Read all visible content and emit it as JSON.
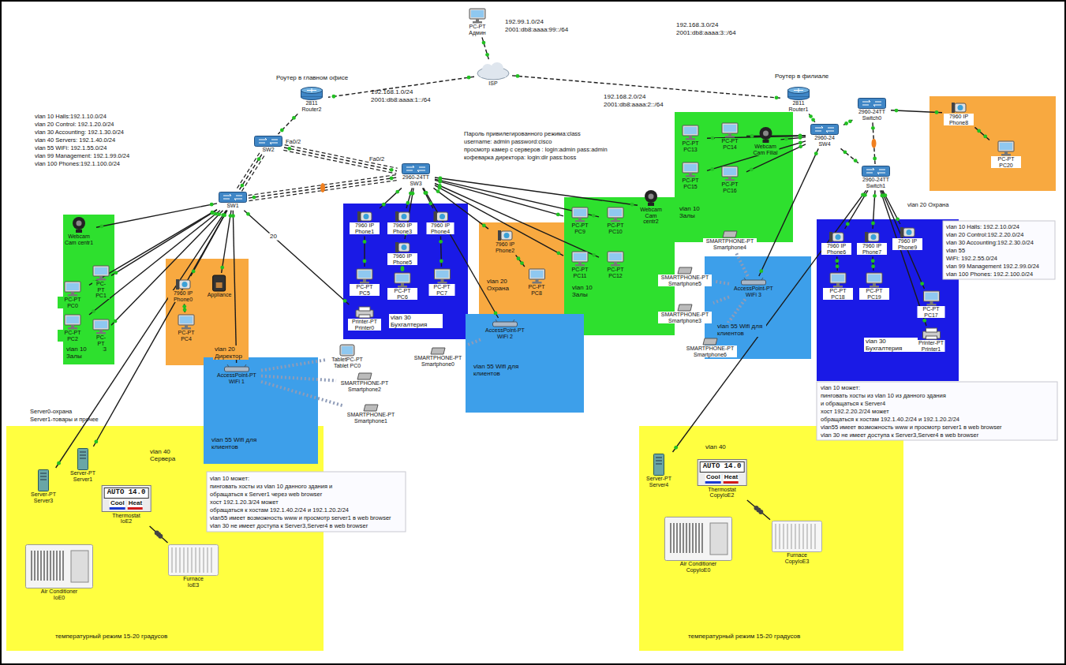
{
  "diagram": {
    "nodes": [
      {
        "text": [
          "PC-PT Админ"
        ]
      },
      {
        "text": [
          "ISP"
        ]
      },
      {
        "text": [
          "2811 Router2"
        ]
      },
      {
        "text": [
          "2811 Router1"
        ]
      },
      {
        "text": [
          "SW2"
        ]
      },
      {
        "text": [
          "SW1"
        ]
      },
      {
        "text": [
          "2960-24TT SW3"
        ]
      },
      {
        "text": [
          "2960-24 SW4"
        ]
      },
      {
        "text": [
          "2960-24TT Switch0"
        ]
      },
      {
        "text": [
          "2960-24TT Switch1"
        ]
      },
      {
        "text": [
          "vlan 10 Залы"
        ]
      },
      {
        "text": [
          "Webcam Cam centr1"
        ],
        "in": 10
      },
      {
        "text": [
          "PC-PT PC0"
        ],
        "in": 10
      },
      {
        "text": [
          "PC-PT PC1"
        ],
        "in": 10
      },
      {
        "text": [
          "PC-PT PC2"
        ],
        "in": 10
      },
      {
        "text": [
          "PC-PT PC3"
        ],
        "in": 10
      },
      {
        "text": [
          "vlan 20 Директор"
        ]
      },
      {
        "text": [
          "7960 IP Phone0"
        ],
        "in": 16
      },
      {
        "text": [
          "Appliance"
        ],
        "in": 16
      },
      {
        "text": [
          "PC-PT PC4"
        ],
        "in": 16
      },
      {
        "text": [
          "vlan 30 Бухгалтерия"
        ]
      },
      {
        "text": [
          "7960 IP Phone1"
        ],
        "in": 20
      },
      {
        "text": [
          "7960 IP Phone3"
        ],
        "in": 20
      },
      {
        "text": [
          "7960 IP Phone4"
        ],
        "in": 20
      },
      {
        "text": [
          "7960 IP Phone5"
        ],
        "in": 20
      },
      {
        "text": [
          "PC-PT PC5"
        ],
        "in": 20
      },
      {
        "text": [
          "PC-PT PC6"
        ],
        "in": 20
      },
      {
        "text": [
          "PC-PT PC7"
        ],
        "in": 20
      },
      {
        "text": [
          "Printer-PT Printer0"
        ],
        "in": 20
      },
      {
        "text": [
          "vlan 20 Охрана"
        ]
      },
      {
        "text": [
          "7960 IP Phone2"
        ],
        "in": 29
      },
      {
        "text": [
          "PC-PT PC8"
        ],
        "in": 29
      },
      {
        "text": [
          "vlan 10 Залы"
        ]
      },
      {
        "text": [
          "PC-PT PC9"
        ],
        "in": 32
      },
      {
        "text": [
          "PC-PT PC10"
        ],
        "in": 32
      },
      {
        "text": [
          "PC-PT PC11"
        ],
        "in": 32
      },
      {
        "text": [
          "PC-PT PC12"
        ],
        "in": 32
      },
      {
        "text": [
          "Webcam Cam centr2"
        ],
        "in": 32
      },
      {
        "text": [
          "vlan 10 Залы"
        ]
      },
      {
        "text": [
          "PC-PT PC13"
        ],
        "in": 38
      },
      {
        "text": [
          "PC-PT PC14"
        ],
        "in": 38
      },
      {
        "text": [
          "PC-PT PC15"
        ],
        "in": 38
      },
      {
        "text": [
          "PC-PT PC16"
        ],
        "in": 38
      },
      {
        "text": [
          "Webcam Cam Filial"
        ],
        "in": 38
      },
      {
        "text": [
          "7960 IP Phone8"
        ]
      },
      {
        "text": [
          "PC-PT PC20"
        ]
      },
      {
        "text": [
          "vlan 30 Бухгалтерия"
        ]
      },
      {
        "text": [
          "7960 IP Phone6"
        ],
        "in": 46
      },
      {
        "text": [
          "7960 IP Phone7"
        ],
        "in": 46
      },
      {
        "text": [
          "7960 IP Phone9"
        ],
        "in": 46
      },
      {
        "text": [
          "PC-PT PC18"
        ],
        "in": 46
      },
      {
        "text": [
          "PC-PT PC19"
        ],
        "in": 46
      },
      {
        "text": [
          "PC-PT PC17"
        ],
        "in": 46
      },
      {
        "text": [
          "Printer-PT Printer1"
        ],
        "in": 46
      },
      {
        "text": [
          "vlan 55 Wifi для клиентов"
        ]
      },
      {
        "text": [
          "AccessPoint-PT WiFi 1"
        ],
        "in": 54
      },
      {
        "text": [
          "TabletPC-PT Tablet PC0"
        ]
      },
      {
        "text": [
          "SMARTPHONE-PT Smartphone2"
        ]
      },
      {
        "text": [
          "SMARTPHONE-PT Smartphone1"
        ]
      },
      {
        "text": [
          "SMARTPHONE-PT Smartphone0"
        ]
      },
      {
        "text": [
          "vlan 55 Wifi для клиентов"
        ]
      },
      {
        "text": [
          "AccessPoint-PT WiFi 2"
        ],
        "in": 60
      },
      {
        "text": [
          "vlan 55 Wifi для клиентов"
        ]
      },
      {
        "text": [
          "AccessPoint-PT WiFi 3"
        ],
        "in": 62
      },
      {
        "text": [
          "SMARTPHONE-PT Smartphone4"
        ]
      },
      {
        "text": [
          "SMARTPHONE-PT Smartphone5"
        ]
      },
      {
        "text": [
          "SMARTPHONE-PT Smartphone3"
        ]
      },
      {
        "text": [
          "SMARTPHONE-PT Smartphone6"
        ]
      },
      {
        "text": [
          "vlan 40 Сервера",
          "температурный режим 15-20 градусов"
        ]
      },
      {
        "text": [
          "Server-PT Server3"
        ],
        "in": 68
      },
      {
        "text": [
          "Server-PT Server1"
        ],
        "in": 68
      },
      {
        "text": [
          "AUTO 14.0",
          "Cool",
          "Heat",
          "Thermostat IoE2"
        ],
        "in": 68
      },
      {
        "text": [
          "Air Conditioner IoE0"
        ],
        "in": 68
      },
      {
        "text": [
          "Furnace IoE3"
        ],
        "in": 68
      },
      {
        "text": [
          "vlan 40",
          "температурный режим 15-20 градусов"
        ]
      },
      {
        "text": [
          "Server-PT Server4"
        ],
        "in": 74
      },
      {
        "text": [
          "AUTO 14.0",
          "Cool",
          "Heat",
          "Thermostat CopyIoE2"
        ],
        "in": 74
      },
      {
        "text": [
          "Air Conditioner CopyIoE0"
        ],
        "in": 74
      },
      {
        "text": [
          "Furnace CopyIoE3"
        ],
        "in": 74
      }
    ],
    "edges": [
      {
        "from": 0,
        "to": 1,
        "arrow": "none"
      },
      {
        "from": 1,
        "to": 2,
        "arrow": "none"
      },
      {
        "from": 1,
        "to": 3,
        "arrow": "none"
      },
      {
        "from": 2,
        "to": 4,
        "arrow": "none"
      },
      {
        "from": 4,
        "to": 5,
        "arrow": "none"
      },
      {
        "from": 4,
        "to": 6,
        "arrow": "none"
      },
      {
        "from": 5,
        "to": 6,
        "arrow": "none"
      },
      {
        "from": 3,
        "to": 7,
        "arrow": "none"
      },
      {
        "from": 7,
        "to": 8,
        "arrow": "none"
      },
      {
        "from": 7,
        "to": 9,
        "arrow": "none"
      },
      {
        "from": 8,
        "to": 9,
        "arrow": "none"
      },
      {
        "from": 8,
        "to": 44,
        "arrow": "none"
      },
      {
        "from": 44,
        "to": 45,
        "arrow": "none"
      },
      {
        "from": 5,
        "to": 11,
        "arrow": "none"
      },
      {
        "from": 5,
        "to": 12,
        "arrow": "none"
      },
      {
        "from": 5,
        "to": 13,
        "arrow": "none"
      },
      {
        "from": 5,
        "to": 14,
        "arrow": "none"
      },
      {
        "from": 5,
        "to": 15,
        "arrow": "none"
      },
      {
        "from": 5,
        "to": 17,
        "arrow": "none"
      },
      {
        "from": 5,
        "to": 18,
        "arrow": "none"
      },
      {
        "from": 17,
        "to": 19,
        "arrow": "none"
      },
      {
        "from": 5,
        "to": 28,
        "arrow": "none",
        "label": "20"
      },
      {
        "from": 5,
        "to": 55,
        "arrow": "none"
      },
      {
        "from": 5,
        "to": 69,
        "arrow": "none"
      },
      {
        "from": 5,
        "to": 70,
        "arrow": "none"
      },
      {
        "from": 6,
        "to": 21,
        "arrow": "none"
      },
      {
        "from": 6,
        "to": 22,
        "arrow": "none"
      },
      {
        "from": 6,
        "to": 23,
        "arrow": "none"
      },
      {
        "from": 6,
        "to": 24,
        "arrow": "none"
      },
      {
        "from": 21,
        "to": 25,
        "arrow": "none"
      },
      {
        "from": 24,
        "to": 26,
        "arrow": "none"
      },
      {
        "from": 23,
        "to": 27,
        "arrow": "none"
      },
      {
        "from": 6,
        "to": 30,
        "arrow": "none"
      },
      {
        "from": 30,
        "to": 31,
        "arrow": "none"
      },
      {
        "from": 6,
        "to": 61,
        "arrow": "none"
      },
      {
        "from": 6,
        "to": 33,
        "arrow": "none"
      },
      {
        "from": 6,
        "to": 34,
        "arrow": "none"
      },
      {
        "from": 6,
        "to": 35,
        "arrow": "none"
      },
      {
        "from": 6,
        "to": 36,
        "arrow": "none"
      },
      {
        "from": 6,
        "to": 37,
        "arrow": "none"
      },
      {
        "from": 7,
        "to": 39,
        "arrow": "none"
      },
      {
        "from": 7,
        "to": 40,
        "arrow": "none"
      },
      {
        "from": 7,
        "to": 41,
        "arrow": "none"
      },
      {
        "from": 7,
        "to": 42,
        "arrow": "none"
      },
      {
        "from": 7,
        "to": 43,
        "arrow": "none"
      },
      {
        "from": 7,
        "to": 63,
        "arrow": "none"
      },
      {
        "from": 9,
        "to": 47,
        "arrow": "none"
      },
      {
        "from": 9,
        "to": 48,
        "arrow": "none"
      },
      {
        "from": 9,
        "to": 49,
        "arrow": "none"
      },
      {
        "from": 9,
        "to": 52,
        "arrow": "none"
      },
      {
        "from": 9,
        "to": 53,
        "arrow": "none"
      },
      {
        "from": 9,
        "to": 75,
        "arrow": "none"
      },
      {
        "from": 47,
        "to": 50,
        "arrow": "none"
      },
      {
        "from": 48,
        "to": 51,
        "arrow": "none"
      },
      {
        "from": 55,
        "to": 56,
        "arrow": "none"
      },
      {
        "from": 55,
        "to": 57,
        "arrow": "none"
      },
      {
        "from": 55,
        "to": 58,
        "arrow": "none"
      },
      {
        "from": 61,
        "to": 59,
        "arrow": "none"
      },
      {
        "from": 63,
        "to": 64,
        "arrow": "none"
      },
      {
        "from": 63,
        "to": 65,
        "arrow": "none"
      },
      {
        "from": 63,
        "to": 66,
        "arrow": "none"
      },
      {
        "from": 63,
        "to": 67,
        "arrow": "none"
      },
      {
        "from": 71,
        "to": 73,
        "arrow": "none"
      },
      {
        "from": 76,
        "to": 78,
        "arrow": "none"
      }
    ],
    "labels": [
      "192.99.1.0/24",
      "2001:db8:aaaa:99::/64",
      "192.168.3.0/24",
      "2001:db8:aaaa:3::/64",
      "Роутер в главном офисе",
      "192.168.1.0/24",
      "2001:db8:aaaa:1::/64",
      "192.168.2.0/24",
      "2001:db8:aaaa:2::/64",
      "Роутер в филиале",
      "Fa0/2",
      "Fa0/2",
      "Пароль привилегированного режима:class",
      "username: admin password:cisco",
      "просмотр камер с серверов : login:admin pass:admin",
      "кофеварка директора: login:dir pass:boss",
      "vlan 10 Halls:192.1.10.0/24",
      "vlan 20 Control: 192.1.20.0/24",
      "vlan 30 Accounting: 192.1.30.0/24",
      "vlan 40 Servers: 192.1.40.0/24",
      "vlan 55 WiFi: 192.1.55.0/24",
      "vlan 99 Management: 192.1.99.0/24",
      "vlan 100 Phones:192.1.100.0/24",
      "Server0-охрана",
      "Server1-товары и прочее",
      "vlan 10 может:",
      "пинговать хосты из vlan 10 данного здания и",
      "обращаться к Server1 через web browser",
      "хост 192.1.20.3/24 может",
      "обращаться к хостам 192.1.40.2/24 и 192.1.20.2/24",
      "vlan55 имеет возможность www и просмотр server1 в web browser",
      "vlan 30 не имеет доступа к Server3,Server4 в web browser",
      "vlan 20 Охрана",
      "vlan 10 Halls: 192.2.10.0/24",
      "vlan 20 Control:192.2.20.0/24",
      "vlan 30 Accounting:192.2.30.0/24",
      "vlan 55",
      "WiFi: 192.2.55.0/24",
      "vlan 99 Management 192.2.99.0/24",
      "vlan 100 Phones: 192.2.100.0/24",
      "vlan 10 может:",
      "пинговать хосты из vlan 10 из данного здания",
      "и обращаться к Server4",
      "хост 192.2.20.2/24 может",
      "обращаться к хостам 192.1.40.2/24 и 192.1.20.2/24",
      "vlan55 имеет возможность www и просмотр server1 в web browser",
      "vlan 30 не имеет доступа к Server3,Server4 в web browser"
    ]
  }
}
